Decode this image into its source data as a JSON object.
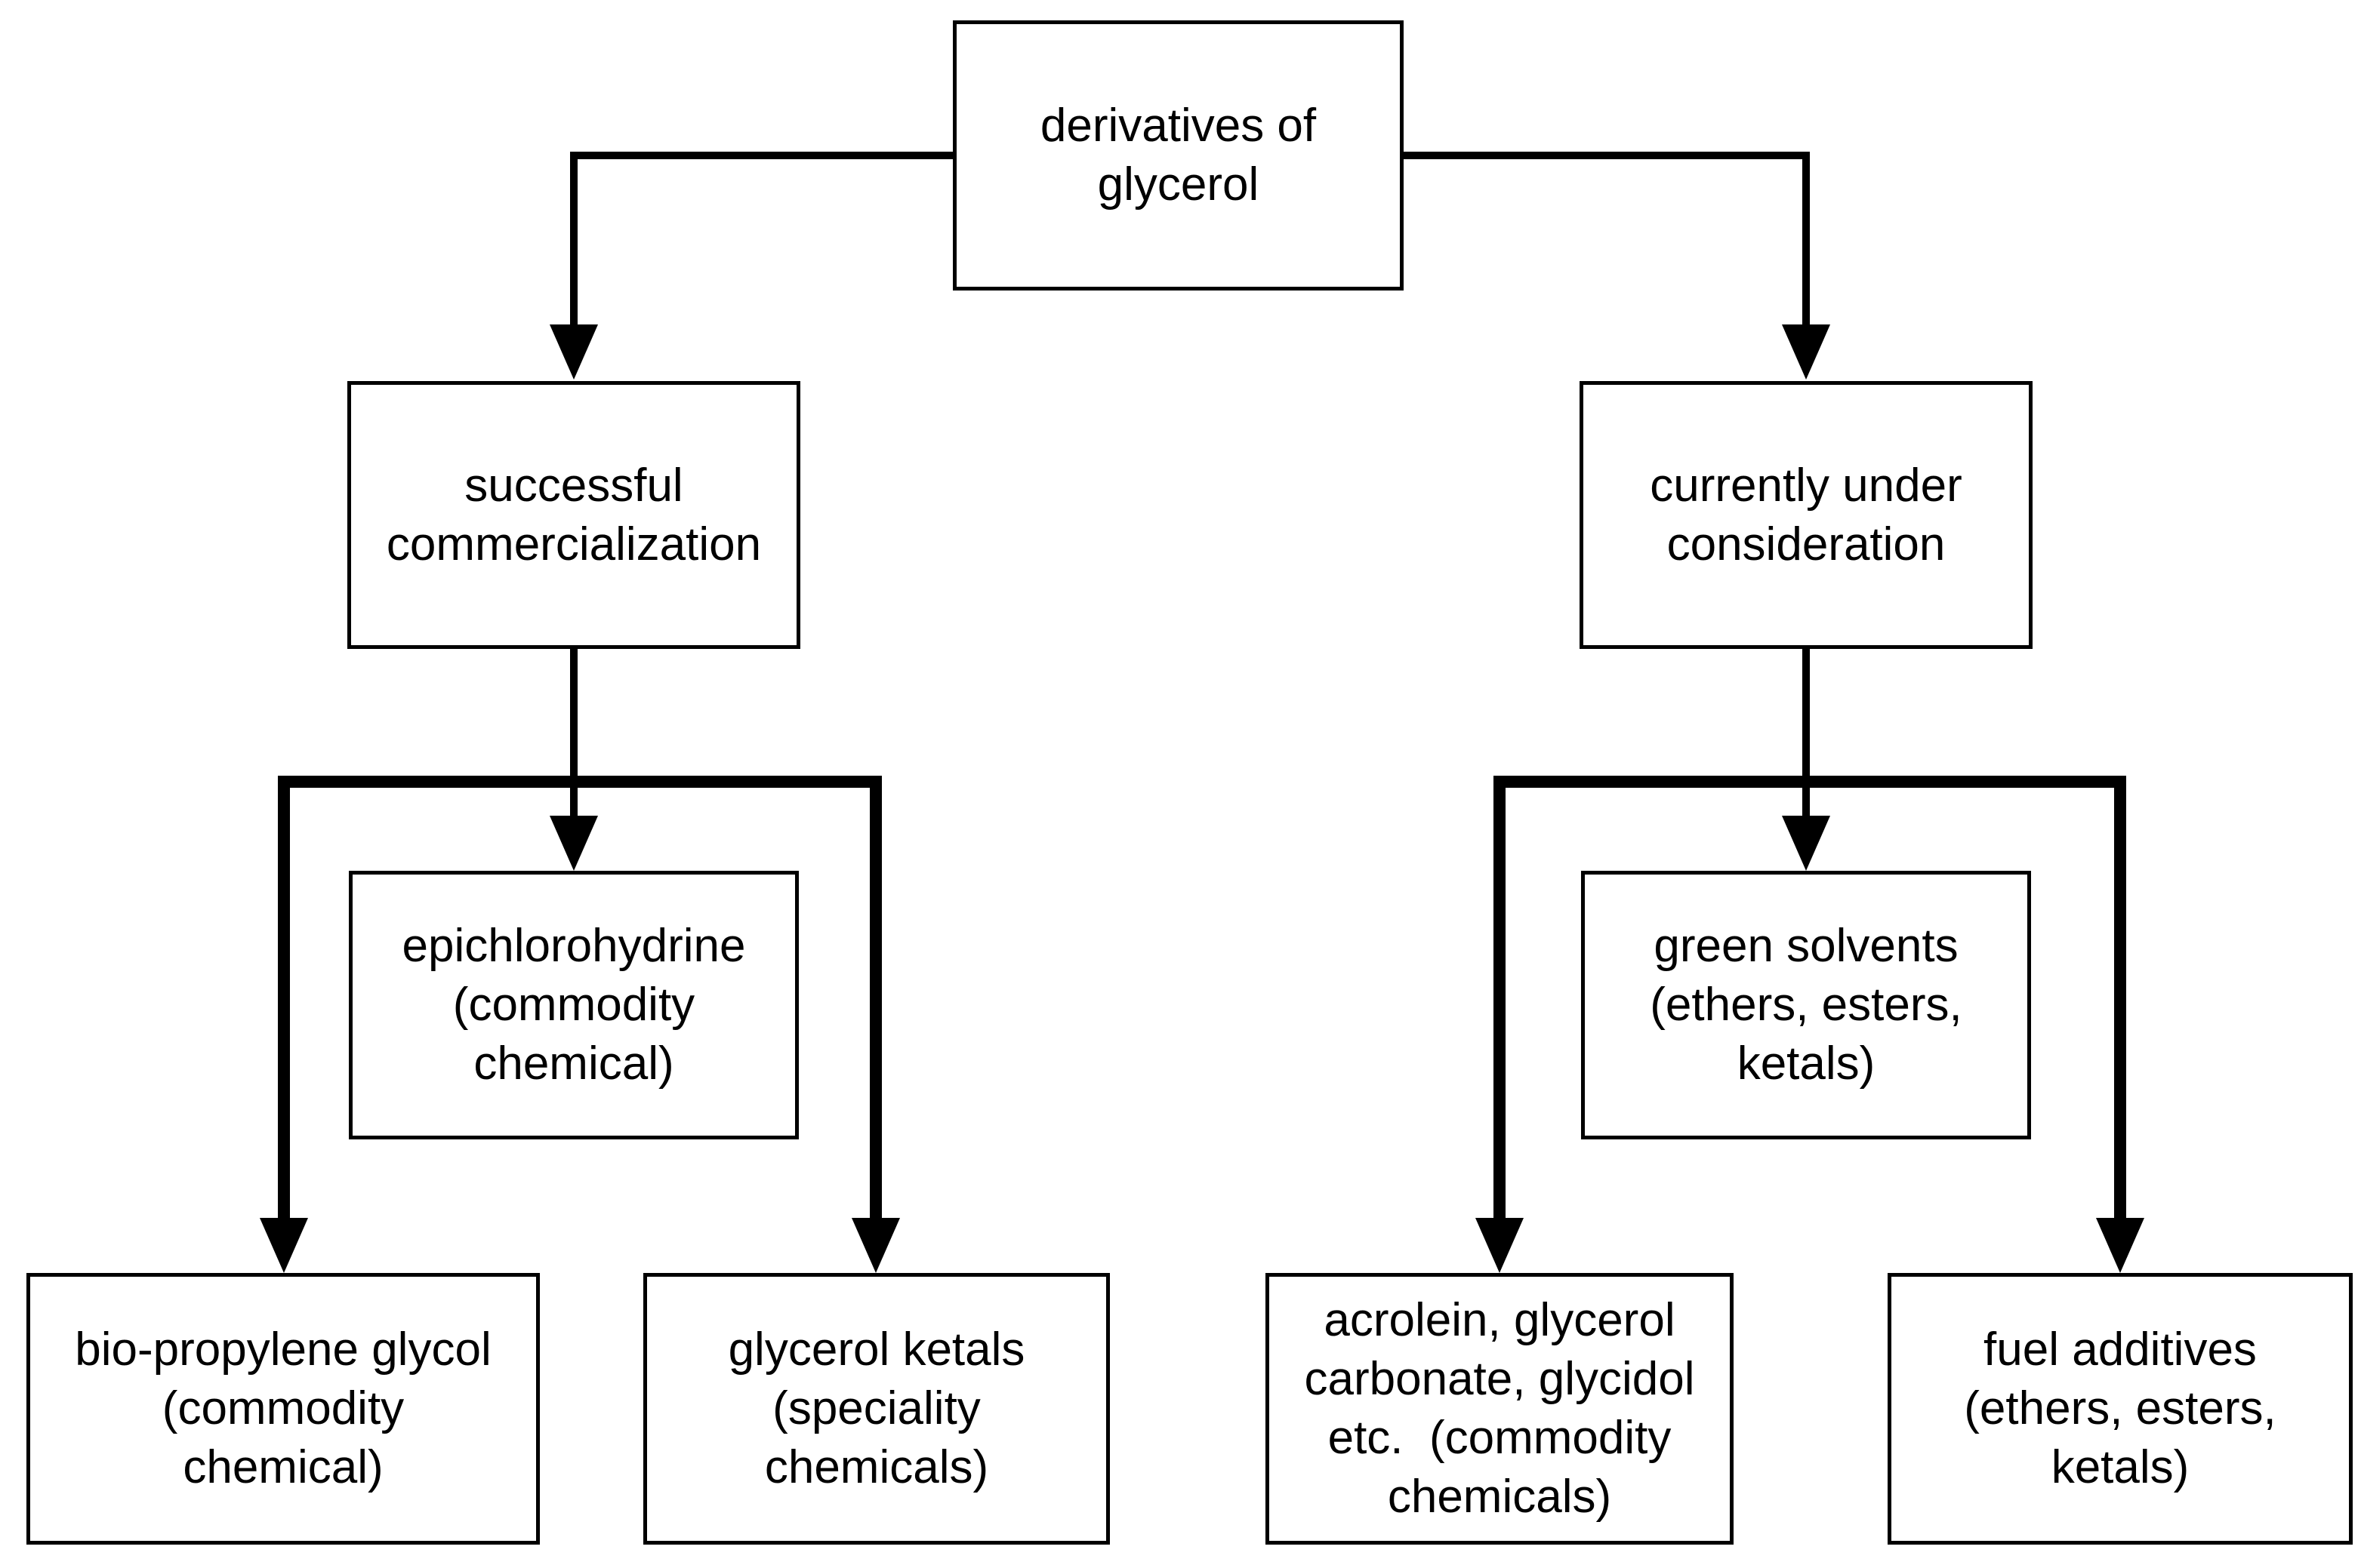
{
  "diagram": {
    "colors": {
      "background": "#ffffff",
      "line": "#000000",
      "text": "#000000"
    },
    "nodes": {
      "root": {
        "label": "derivatives of\nglycerol"
      },
      "left_branch": {
        "label": "successful\ncommercialization"
      },
      "right_branch": {
        "label": "currently under\nconsideration"
      },
      "left_mid": {
        "label": "epichlorohydrine\n(commodity\nchemical)"
      },
      "right_mid": {
        "label": "green solvents\n(ethers, esters,\nketals)"
      },
      "left_leaf_1": {
        "label": "bio-propylene glycol\n(commodity\nchemical)"
      },
      "left_leaf_2": {
        "label": "glycerol ketals\n(speciality\nchemicals)"
      },
      "right_leaf_1": {
        "label": "acrolein, glycerol\ncarbonate, glycidol\netc.  (commodity\nchemicals)"
      },
      "right_leaf_2": {
        "label": "fuel additives\n(ethers, esters,\nketals)"
      }
    },
    "edges": [
      {
        "from": "root",
        "to": "left_branch"
      },
      {
        "from": "root",
        "to": "right_branch"
      },
      {
        "from": "left_branch",
        "to": "left_mid"
      },
      {
        "from": "left_branch",
        "to": "left_leaf_1"
      },
      {
        "from": "left_branch",
        "to": "left_leaf_2"
      },
      {
        "from": "right_branch",
        "to": "right_mid"
      },
      {
        "from": "right_branch",
        "to": "right_leaf_1"
      },
      {
        "from": "right_branch",
        "to": "right_leaf_2"
      }
    ]
  }
}
